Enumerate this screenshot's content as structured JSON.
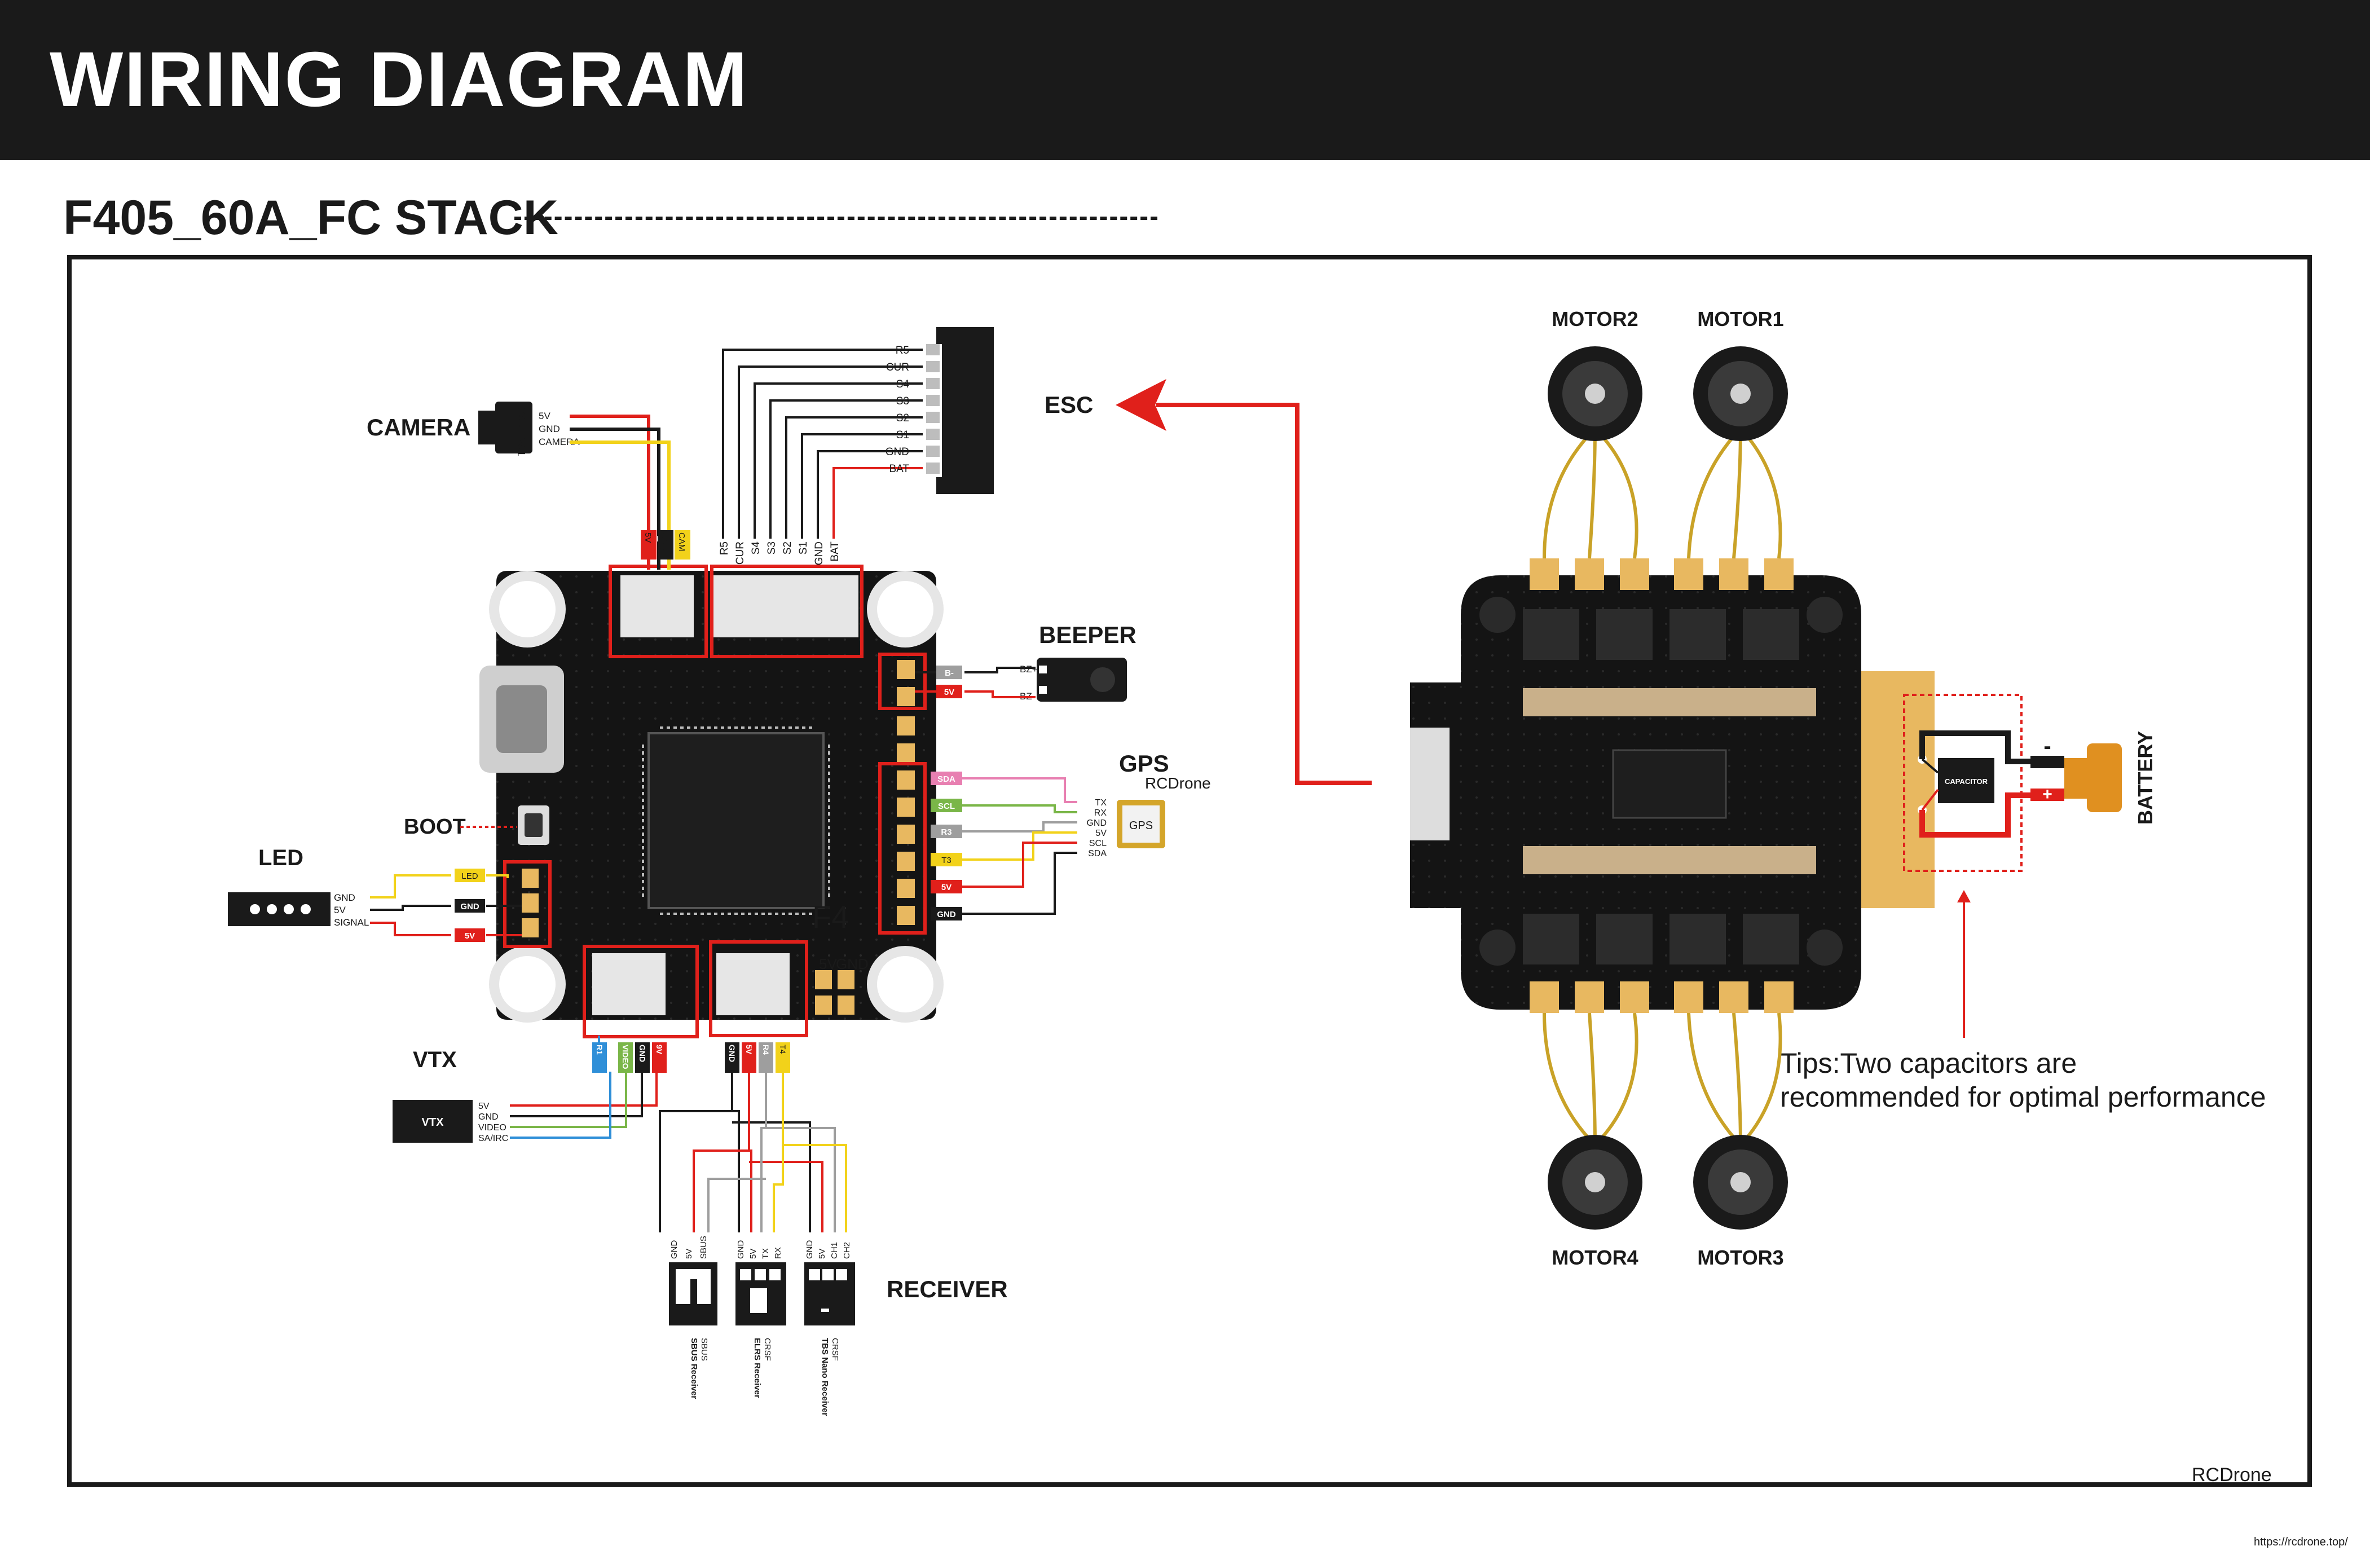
{
  "header": {
    "title": "WIRING DIAGRAM"
  },
  "subtitle": "F405_60A_FC STACK",
  "labels": {
    "camera": "CAMERA",
    "esc": "ESC",
    "beeper": "BEEPER",
    "gps": "GPS",
    "boot": "BOOT",
    "led": "LED",
    "vtx": "VTX",
    "receiver": "RECEIVER",
    "battery": "BATTERY",
    "motor1": "MOTOR1",
    "motor2": "MOTOR2",
    "motor3": "MOTOR3",
    "motor4": "MOTOR4",
    "f4": "F4",
    "capacitor": "CAPACITOR",
    "watermark": "RCDrone",
    "url": "https://rcdrone.top/",
    "vtx_box": "VTX",
    "gps_box": "GPS",
    "plus": "+",
    "minus": "-",
    "fc_5v": "5V",
    "fc_gnd": "GND"
  },
  "tips": {
    "line1": "Tips:Two capacitors are",
    "line2": "recommended for optimal performance"
  },
  "camera_pins": [
    "5V",
    "GND",
    "CAMERA"
  ],
  "camera_device": "CAMERA1",
  "camera_tags": [
    "5V",
    "GND",
    "CAM"
  ],
  "esc_pins": [
    "R5",
    "CUR",
    "S4",
    "S3",
    "S2",
    "S1",
    "GND",
    "BAT"
  ],
  "beeper_tags": [
    "B-",
    "5V"
  ],
  "beeper_pins": [
    "BZ+",
    "BZ-"
  ],
  "gps_tags": [
    "SDA",
    "SCL",
    "R3",
    "T3",
    "5V",
    "GND"
  ],
  "gps_pins": [
    "TX",
    "RX",
    "GND",
    "5V",
    "SCL",
    "SDA"
  ],
  "led_tags": [
    "LED",
    "GND",
    "5V"
  ],
  "led_pins": [
    "GND",
    "5V",
    "SIGNAL"
  ],
  "vtx_tags": [
    "R1",
    "VIDEO",
    "GND",
    "9V"
  ],
  "vtx_pins": [
    "5V",
    "GND",
    "VIDEO",
    "SA/IRC"
  ],
  "rx_tags": [
    "GND",
    "5V",
    "R4",
    "T4"
  ],
  "receivers": [
    {
      "pins": [
        "GND",
        "5V",
        "SBUS"
      ],
      "name": "SBUS Receiver",
      "protocol": "SBUS"
    },
    {
      "pins": [
        "GND",
        "5V",
        "TX",
        "RX"
      ],
      "name": "ELRS Receiver",
      "protocol": "CRSF"
    },
    {
      "pins": [
        "GND",
        "5V",
        "CH1",
        "CH2"
      ],
      "name": "TBS Nano Receiver",
      "protocol": "CRSF"
    }
  ],
  "colors": {
    "header_bg": "#1a1a1a",
    "accent_red": "#e0201b",
    "wire_yellow": "#f2d21a",
    "wire_gold": "#c9a227",
    "pad_gold": "#e8b860",
    "board": "#111111",
    "tag_pink": "#e87fb1",
    "tag_green": "#7ab648",
    "tag_blue": "#2f8fd8"
  }
}
